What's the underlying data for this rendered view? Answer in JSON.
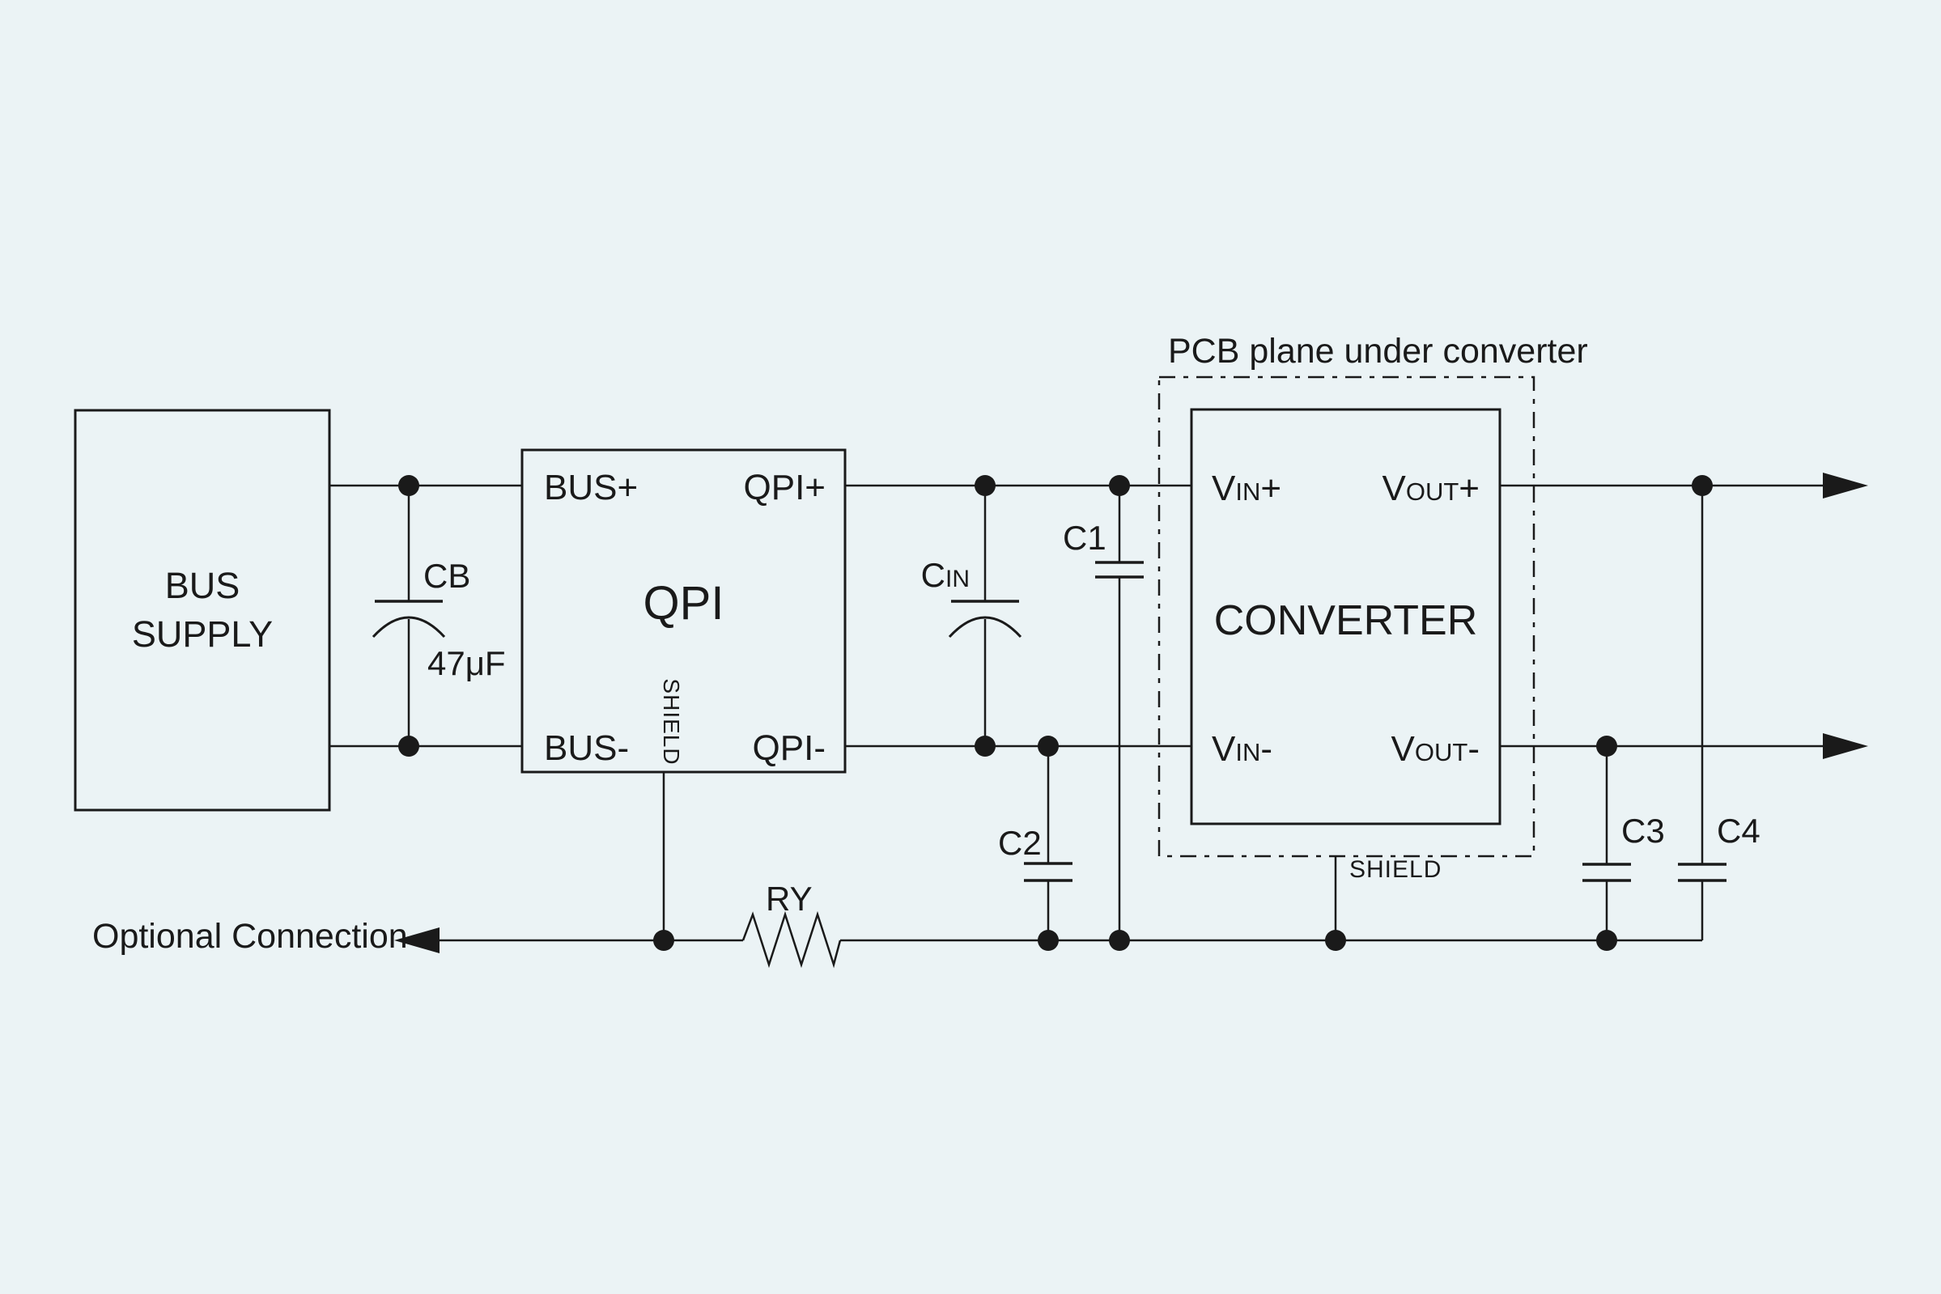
{
  "colors": {
    "background": "#ebf3f5",
    "line": "#1a1a1a"
  },
  "annotations": {
    "pcb_plane": "PCB plane under converter",
    "optional_connection": "Optional Connection"
  },
  "bus_supply": {
    "line1": "BUS",
    "line2": "SUPPLY"
  },
  "qpi": {
    "title": "QPI",
    "pin_bus_plus": "BUS+",
    "pin_qpi_plus": "QPI+",
    "pin_bus_minus": "BUS-",
    "pin_qpi_minus": "QPI-",
    "pin_shield": "SHIELD"
  },
  "converter": {
    "title": "CONVERTER",
    "pin_vin_plus": {
      "main": "V",
      "sub": "IN",
      "sign": "+"
    },
    "pin_vout_plus": {
      "main": "V",
      "sub": "OUT",
      "sign": "+"
    },
    "pin_vin_minus": {
      "main": "V",
      "sub": "IN",
      "sign": "-"
    },
    "pin_vout_minus": {
      "main": "V",
      "sub": "OUT",
      "sign": "-"
    },
    "shield_label": "SHIELD"
  },
  "components": {
    "cb": {
      "label": "CB",
      "value": "47μF"
    },
    "cin": {
      "main": "C",
      "sub": "IN"
    },
    "c1": {
      "label": "C1"
    },
    "c2": {
      "label": "C2"
    },
    "c3": {
      "label": "C3"
    },
    "c4": {
      "label": "C4"
    },
    "ry": {
      "label": "RY"
    }
  }
}
